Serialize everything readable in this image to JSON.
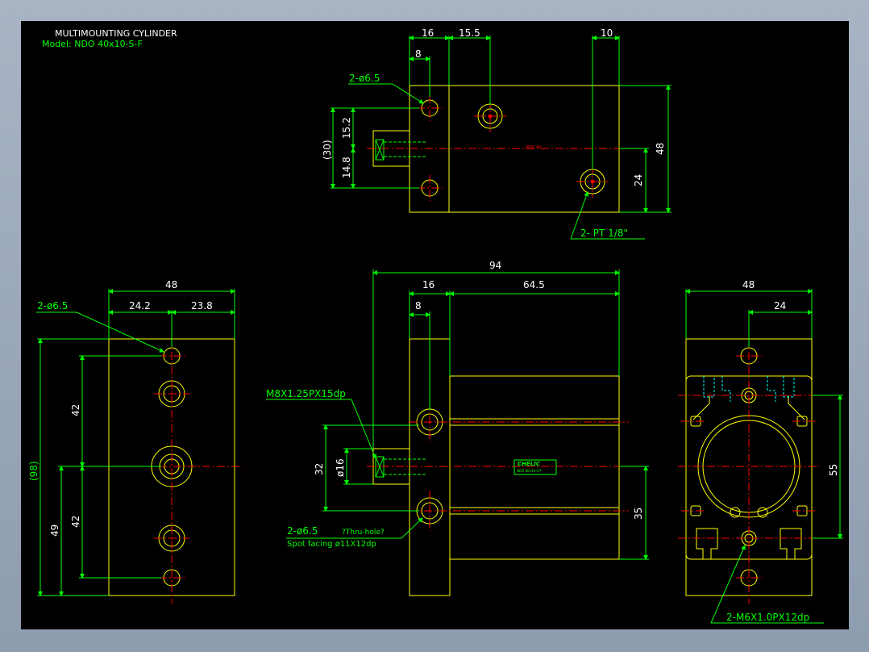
{
  "title": {
    "line1": "MULTIMOUNTING CYLINDER",
    "line2": "Model: NDO 40x10-S-F"
  },
  "colors": {
    "background": "#000000",
    "outline": "#ffff00",
    "dimension": "#00ff00",
    "centerline": "#ff0000",
    "hidden": "#00ffff",
    "text_white": "#ffffff"
  },
  "top_view": {
    "dims": {
      "d16": "16",
      "d15_5": "15.5",
      "d10": "10",
      "d8": "8",
      "d48": "48",
      "d24": "24",
      "d30": "(30)",
      "d15_2": "15.2",
      "d14_8": "14.8"
    },
    "labels": {
      "holes": "2-ø6.5",
      "ports": "2- PT 1/8\"",
      "small_mark": "NDO 40"
    }
  },
  "left_view": {
    "dims": {
      "d48": "48",
      "d24_2": "24.2",
      "d23_8": "23.8",
      "d98": "(98)",
      "d49": "49",
      "d42a": "42",
      "d42b": "42"
    },
    "labels": {
      "holes": "2-ø6.5"
    }
  },
  "front_view": {
    "dims": {
      "d94": "94",
      "d16": "16",
      "d64_5": "64.5",
      "d8": "8",
      "d32": "32",
      "d16dia": "ø16",
      "d35": "35"
    },
    "labels": {
      "thread": "M8X1.25PX15dp",
      "holes": "2-ø6.5",
      "thru": "?Thru-hole?",
      "spot": "Spot facing ø11X12dp",
      "badge": "CHELIC",
      "badge_sub": "NDO 40x10-S-F"
    }
  },
  "right_view": {
    "dims": {
      "d48": "48",
      "d24": "24",
      "d55": "55"
    },
    "labels": {
      "tap": "2-M6X1.0PX12dp"
    }
  }
}
